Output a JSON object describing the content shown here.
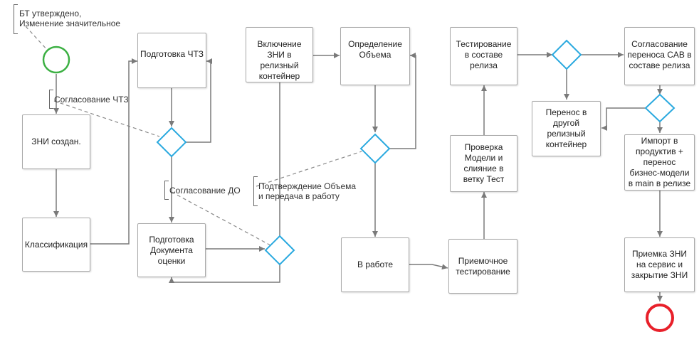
{
  "tasks": {
    "zni_created": "ЗНИ создан.",
    "classification": "Классификация",
    "prepare_chtz": "Подготовка ЧТЗ",
    "prepare_doc": "Подготовка Документа оценки",
    "include_zni": "Включение ЗНИ в релизный контейнер",
    "define_volume": "Определение Объема",
    "in_work": "В работе",
    "test_release": "Тестирование в составе релиза",
    "check_model": "Проверка Модели и слияние в ветку Тест",
    "acceptance_test": "Приемочное тестирование",
    "approve_cab": "Согласование переноса CAB в составе релиза",
    "move_container": "Перенос в другой релизный контейнер",
    "import_prod": "Импорт в продуктив + перенос бизнес-модели в main в релизе",
    "accept_close": "Приемка ЗНИ на сервис и закрытие ЗНИ"
  },
  "annotations": {
    "bt_line1": "БТ утверждено,",
    "bt_line2": "Изменение значительное",
    "approve_chtz": "Согласование ЧТЗ",
    "approve_do": "Согласование ДО",
    "confirm_line1": "Подтверждение Объема",
    "confirm_line2": "и передача в работу"
  },
  "colors": {
    "start_event": "#3cb043",
    "end_event": "#e8202a",
    "gateway": "#2aa9df",
    "flow": "#7a7a7a",
    "association": "#8a8a8a"
  }
}
